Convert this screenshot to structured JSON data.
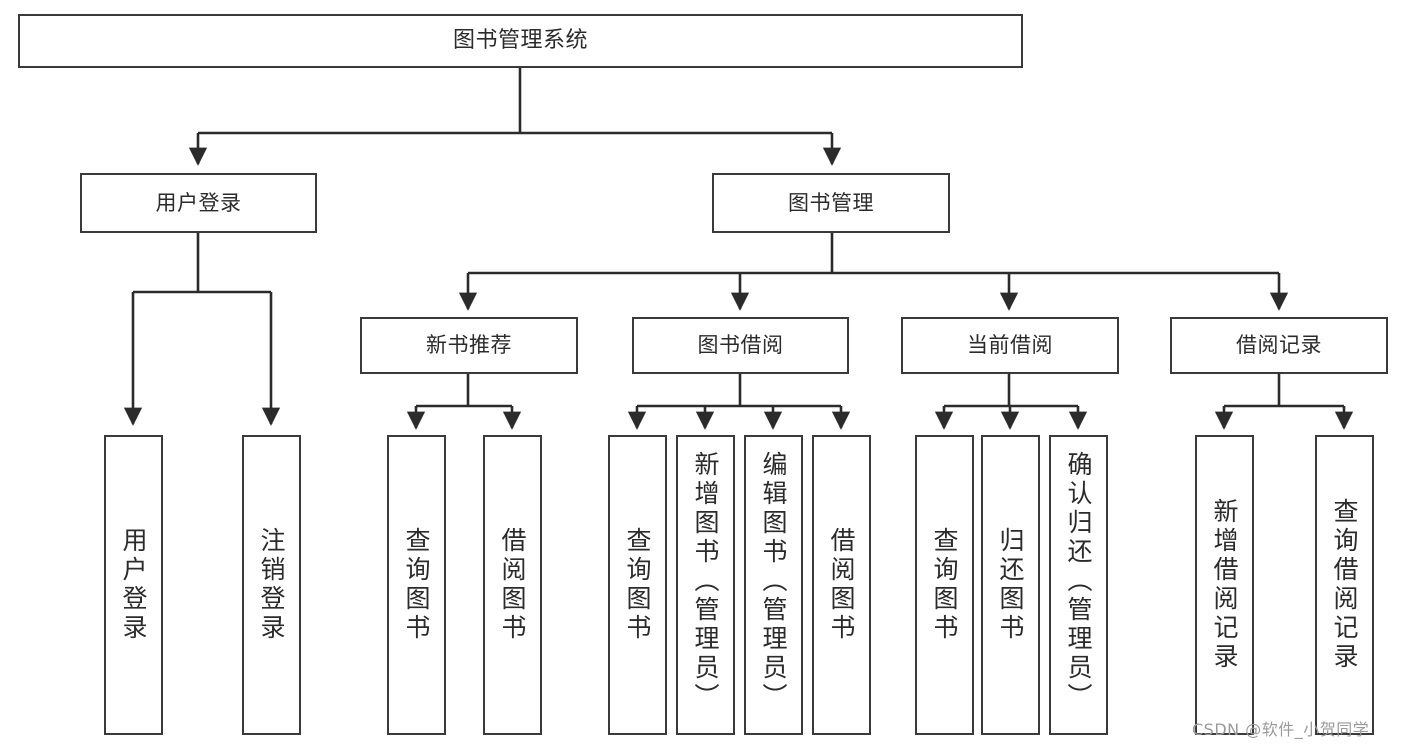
{
  "diagram": {
    "title": "图书管理系统",
    "type": "tree-hierarchy",
    "watermark": "CSDN @软件_小贺同学",
    "colors": {
      "box_border": "#3a3a3a",
      "box_fill": "#ffffff",
      "text": "#2b2b2b",
      "connector": "#2b2b2b",
      "watermark": "#9a9a9a",
      "background": "#ffffff"
    },
    "nodes": {
      "root": {
        "label": "图书管理系统"
      },
      "level1": [
        {
          "id": "user-login",
          "label": "用户登录"
        },
        {
          "id": "book-management",
          "label": "图书管理"
        }
      ],
      "level2": [
        {
          "id": "new-book-recommend",
          "label": "新书推荐"
        },
        {
          "id": "book-borrow",
          "label": "图书借阅"
        },
        {
          "id": "current-borrow",
          "label": "当前借阅"
        },
        {
          "id": "borrow-record",
          "label": "借阅记录"
        }
      ],
      "leaves": {
        "user_login": [
          {
            "id": "leaf-user-login",
            "label": "用户登录"
          },
          {
            "id": "leaf-logout-login",
            "label": "注销登录"
          }
        ],
        "new_book_recommend": [
          {
            "id": "leaf-query-book-1",
            "label": "查询图书"
          },
          {
            "id": "leaf-borrow-book-1",
            "label": "借阅图书"
          }
        ],
        "book_borrow": [
          {
            "id": "leaf-query-book-2",
            "label": "查询图书"
          },
          {
            "id": "leaf-add-book",
            "label": "新增图书（管理员）"
          },
          {
            "id": "leaf-edit-book",
            "label": "编辑图书（管理员）"
          },
          {
            "id": "leaf-borrow-book-2",
            "label": "借阅图书"
          }
        ],
        "current_borrow": [
          {
            "id": "leaf-query-book-3",
            "label": "查询图书"
          },
          {
            "id": "leaf-return-book",
            "label": "归还图书"
          },
          {
            "id": "leaf-confirm-return",
            "label": "确认归还（管理员）"
          }
        ],
        "borrow_record": [
          {
            "id": "leaf-add-borrow-record",
            "label": "新增借阅记录"
          },
          {
            "id": "leaf-query-borrow-record",
            "label": "查询借阅记录"
          }
        ]
      }
    }
  }
}
